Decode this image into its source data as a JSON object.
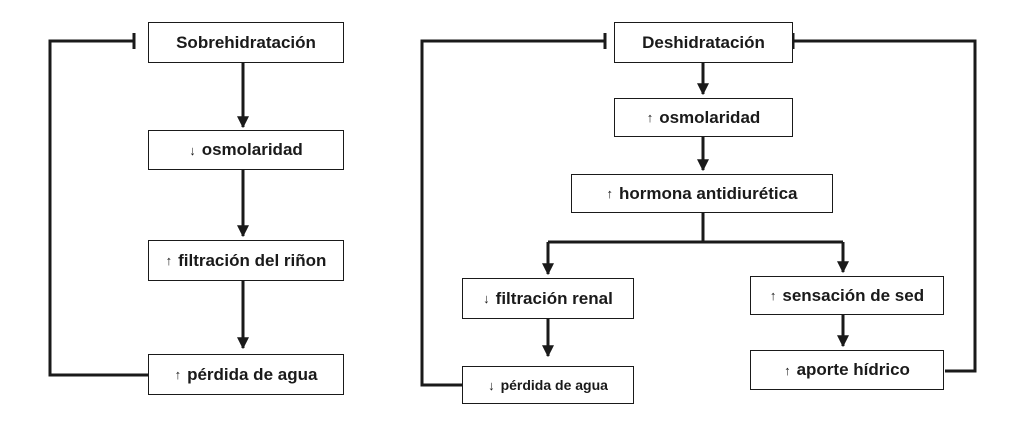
{
  "left": {
    "sobrehidratacion": "Sobrehidratación",
    "osmolaridad": {
      "arrow": "↓",
      "text": "osmolaridad"
    },
    "filtracion": {
      "arrow": "↑",
      "text": "filtración del riñon"
    },
    "perdida": {
      "arrow": "↑",
      "text": "pérdida de agua"
    }
  },
  "right": {
    "deshidratacion": "Deshidratación",
    "osmolaridad": {
      "arrow": "↑",
      "text": "osmolaridad"
    },
    "hormona": {
      "arrow": "↑",
      "text": "hormona antidiurética"
    },
    "filtracion_renal": {
      "arrow": "↓",
      "text": "filtración renal"
    },
    "perdida": {
      "arrow": "↓",
      "text": "pérdida de agua"
    },
    "sed": {
      "arrow": "↑",
      "text": "sensación de sed"
    },
    "aporte": {
      "arrow": "↑",
      "text": "aporte hídrico"
    }
  }
}
